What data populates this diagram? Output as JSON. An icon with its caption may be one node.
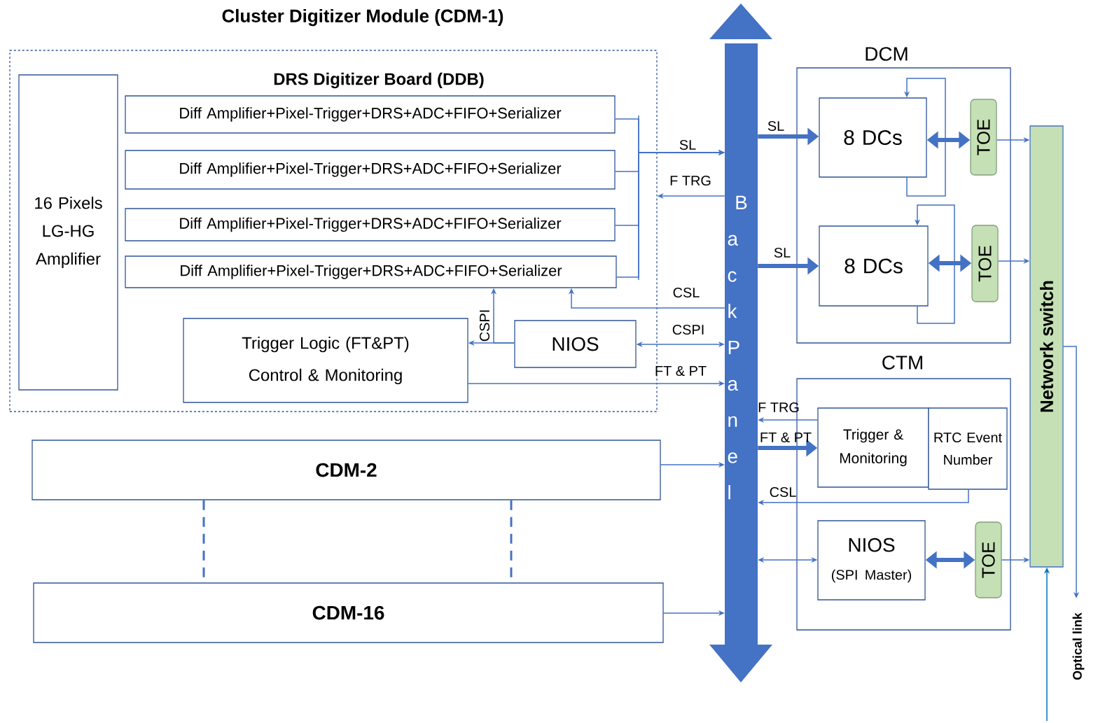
{
  "diagram": {
    "nodes": [
      {
        "text": [
          "Cluster Digitizer Module (CDM-1)"
        ]
      },
      {
        "text": [
          "16 Pixels LG-HG Amplifier"
        ],
        "in": 0
      },
      {
        "text": [
          "Diff Amplifier+Pixel-Trigger+DRS+ADC+FIFO+Serializer"
        ],
        "in": 0
      },
      {
        "text": [
          "Diff Amplifier+Pixel-Trigger+DRS+ADC+FIFO+Serializer"
        ],
        "in": 0
      },
      {
        "text": [
          "Diff Amplifier+Pixel-Trigger+DRS+ADC+FIFO+Serializer"
        ],
        "in": 0
      },
      {
        "text": [
          "Diff Amplifier+Pixel-Trigger+DRS+ADC+FIFO+Serializer"
        ],
        "in": 0
      },
      {
        "text": [
          "Trigger Logic (FT&PT) Control & Monitoring"
        ],
        "in": 0
      },
      {
        "text": [
          "NIOS"
        ],
        "in": 0
      },
      {
        "text": [
          "Back Panel"
        ]
      },
      {
        "text": [
          "DCM"
        ]
      },
      {
        "text": [
          "8 DCs"
        ],
        "in": 9
      },
      {
        "text": [
          "TOE"
        ],
        "in": 9
      },
      {
        "text": [
          "8 DCs"
        ],
        "in": 9
      },
      {
        "text": [
          "TOE"
        ],
        "in": 9
      },
      {
        "text": [
          "CTM"
        ]
      },
      {
        "text": [
          "Trigger & Monitoring"
        ],
        "in": 14
      },
      {
        "text": [
          "RTC Event Number"
        ],
        "in": 14
      },
      {
        "text": [
          "NIOS",
          "(SPI Master)"
        ],
        "in": 14
      },
      {
        "text": [
          "TOE"
        ],
        "in": 14
      },
      {
        "text": [
          "Network switch"
        ]
      },
      {
        "text": [
          "CDM-2"
        ]
      },
      {
        "text": [
          "CDM-16"
        ]
      },
      {
        "text": [
          "Optical link"
        ]
      }
    ],
    "edges": [
      {
        "from": 2,
        "to": 8,
        "arrow": "to",
        "label": "SL"
      },
      {
        "from": 3,
        "to": 8,
        "arrow": "to"
      },
      {
        "from": 4,
        "to": 8,
        "arrow": "to"
      },
      {
        "from": 5,
        "to": 8,
        "arrow": "to"
      },
      {
        "from": 8,
        "to": 0,
        "arrow": "to",
        "label": "F TRG"
      },
      {
        "from": 8,
        "to": 5,
        "arrow": "to",
        "label": "CSL"
      },
      {
        "from": 7,
        "to": 8,
        "arrow": "both",
        "label": "CSPI"
      },
      {
        "from": 7,
        "to": 6,
        "arrow": "to",
        "label": "CSPI"
      },
      {
        "from": 7,
        "to": 5,
        "arrow": "to"
      },
      {
        "from": 6,
        "to": 8,
        "arrow": "to",
        "label": "FT & PT"
      },
      {
        "from": 20,
        "to": 8,
        "arrow": "to"
      },
      {
        "from": 21,
        "to": 8,
        "arrow": "to"
      },
      {
        "from": 20,
        "to": 21,
        "arrow": "none",
        "style": "dashed"
      },
      {
        "from": 20,
        "to": 21,
        "arrow": "none",
        "style": "dashed"
      },
      {
        "from": 8,
        "to": 10,
        "arrow": "to",
        "label": "SL",
        "style": "thick"
      },
      {
        "from": 8,
        "to": 12,
        "arrow": "to",
        "label": "SL",
        "style": "thick"
      },
      {
        "from": 10,
        "to": 11,
        "arrow": "both",
        "style": "thick"
      },
      {
        "from": 12,
        "to": 13,
        "arrow": "both",
        "style": "thick"
      },
      {
        "from": 11,
        "to": 19,
        "arrow": "to"
      },
      {
        "from": 13,
        "to": 19,
        "arrow": "to"
      },
      {
        "from": 10,
        "to": 10,
        "arrow": "to"
      },
      {
        "from": 12,
        "to": 12,
        "arrow": "to"
      },
      {
        "from": 15,
        "to": 8,
        "arrow": "to",
        "label": "F TRG"
      },
      {
        "from": 8,
        "to": 15,
        "arrow": "to",
        "label": "FT & PT",
        "style": "thick"
      },
      {
        "from": 16,
        "to": 8,
        "arrow": "to",
        "label": "CSL"
      },
      {
        "from": 8,
        "to": 17,
        "arrow": "both"
      },
      {
        "from": 17,
        "to": 18,
        "arrow": "both",
        "style": "thick"
      },
      {
        "from": 18,
        "to": 19,
        "arrow": "to"
      },
      {
        "from": 19,
        "to": 22,
        "arrow": "to"
      },
      {
        "from": null,
        "to": 19,
        "arrow": "to",
        "color": "#0070c0"
      }
    ],
    "labels": [
      "DRS Digitizer Board (DDB)"
    ]
  }
}
